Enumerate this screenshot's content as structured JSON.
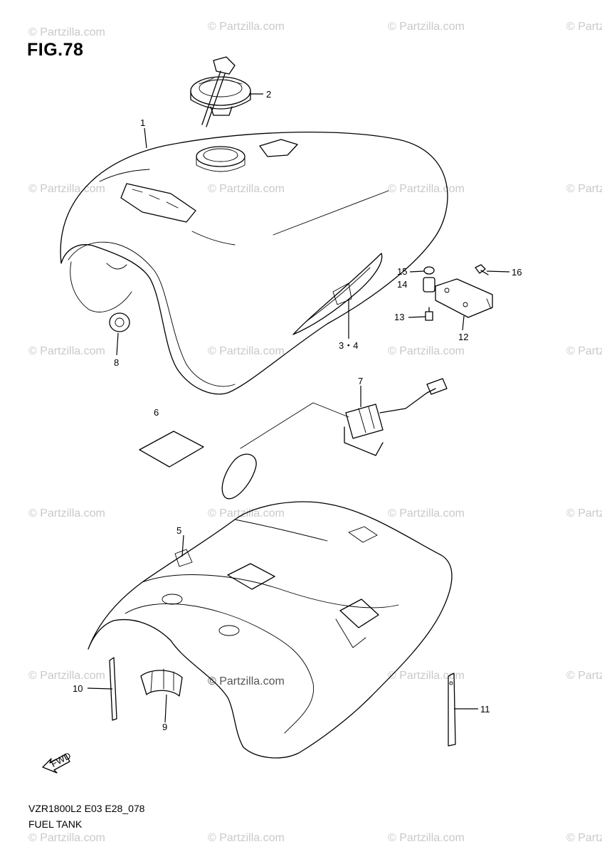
{
  "figure": {
    "title": "FIG.78",
    "model_code": "VZR1800L2 E03 E28_078",
    "section_name": "FUEL TANK"
  },
  "watermark": {
    "text": "© Partzilla.com",
    "color": "#c9c9c9"
  },
  "callouts": [
    {
      "id": "1",
      "label": "1",
      "part": "fuel-tank"
    },
    {
      "id": "2",
      "label": "2",
      "part": "fuel-cap"
    },
    {
      "id": "34",
      "label": "3・4",
      "part": "tank-emblem"
    },
    {
      "id": "5",
      "label": "5",
      "part": "tank-cover"
    },
    {
      "id": "6",
      "label": "6",
      "part": "label-sheet"
    },
    {
      "id": "7",
      "label": "7",
      "part": "fuel-level-gauge"
    },
    {
      "id": "8",
      "label": "8",
      "part": "cushion"
    },
    {
      "id": "9",
      "label": "9",
      "part": "clamp"
    },
    {
      "id": "10",
      "label": "10",
      "part": "clamp-band"
    },
    {
      "id": "11",
      "label": "11",
      "part": "clamp-band"
    },
    {
      "id": "12",
      "label": "12",
      "part": "bracket"
    },
    {
      "id": "13",
      "label": "13",
      "part": "bolt"
    },
    {
      "id": "14",
      "label": "14",
      "part": "cushion"
    },
    {
      "id": "15",
      "label": "15",
      "part": "collar"
    },
    {
      "id": "16",
      "label": "16",
      "part": "bolt"
    }
  ],
  "fwd_arrow": {
    "label": "FWD"
  }
}
